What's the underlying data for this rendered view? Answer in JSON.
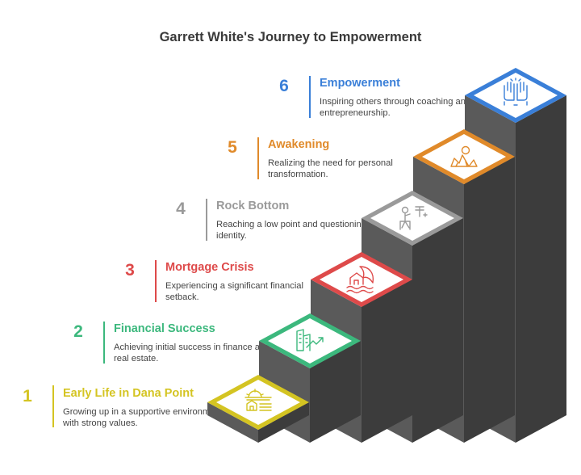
{
  "title": "Garrett White's Journey to Empowerment",
  "steps": [
    {
      "number": "1",
      "heading": "Early Life in Dana Point",
      "description": "Growing up in a supportive environment with strong values.",
      "color": "#d4c422",
      "icon": "sunrise-house-icon"
    },
    {
      "number": "2",
      "heading": "Financial Success",
      "description": "Achieving initial success in finance and real estate.",
      "color": "#3cb87d",
      "icon": "growth-building-icon"
    },
    {
      "number": "3",
      "heading": "Mortgage Crisis",
      "description": "Experiencing a significant financial setback.",
      "color": "#de4a4a",
      "icon": "flooded-house-icon"
    },
    {
      "number": "4",
      "heading": "Rock Bottom",
      "description": "Reaching a low point and questioning identity.",
      "color": "#9a9a9a",
      "icon": "questioning-person-icon"
    },
    {
      "number": "5",
      "heading": "Awakening",
      "description": "Realizing the need for personal transformation.",
      "color": "#e08a2a",
      "icon": "sunrise-mountain-icon"
    },
    {
      "number": "6",
      "heading": "Empowerment",
      "description": "Inspiring others through coaching and entrepreneurship.",
      "color": "#3a7fd8",
      "icon": "high-five-icon"
    }
  ]
}
